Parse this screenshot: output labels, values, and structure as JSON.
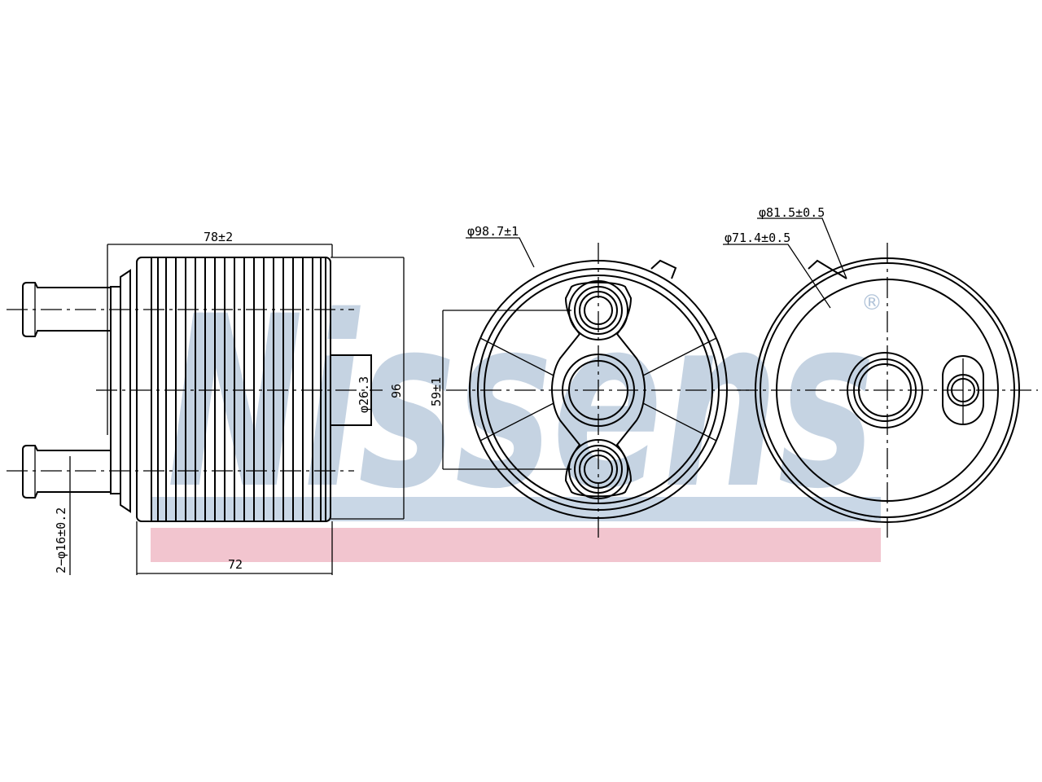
{
  "watermark": {
    "text": "Nissens",
    "registered": "®",
    "text_color": "#9fb6d0",
    "bar_blue": "#c9d7e6",
    "bar_red": "#f2c5cf"
  },
  "dimensions": {
    "top_length": "78±2",
    "bottom_length": "72",
    "height": "96",
    "small_dia": "φ26.3",
    "pipe_dia": "2−φ16±0.2",
    "outer_dia": "φ98.7±1",
    "bolt_spacing": "59±1",
    "seal_outer": "φ81.5±0.5",
    "seal_inner": "φ71.4±0.5"
  }
}
